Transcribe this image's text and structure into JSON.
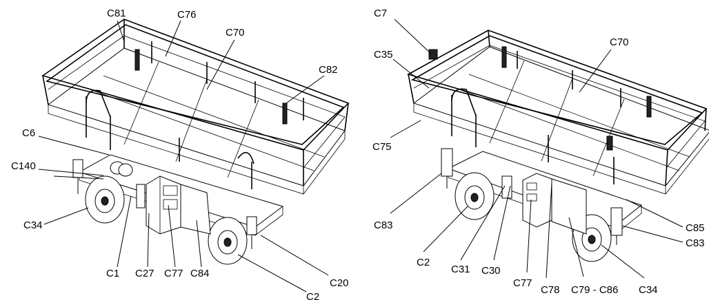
{
  "diagram": {
    "left": {
      "labels": [
        "C81",
        "C76",
        "C70",
        "C82",
        "C6",
        "C140",
        "C34",
        "C1",
        "C27",
        "C77",
        "C84",
        "C20",
        "C2"
      ]
    },
    "right": {
      "labels": [
        "C7",
        "C70",
        "C35",
        "C75",
        "C83",
        "C2",
        "C31",
        "C30",
        "C77",
        "C78",
        "C79 - C86",
        "C34",
        "C85",
        "C83"
      ]
    }
  }
}
